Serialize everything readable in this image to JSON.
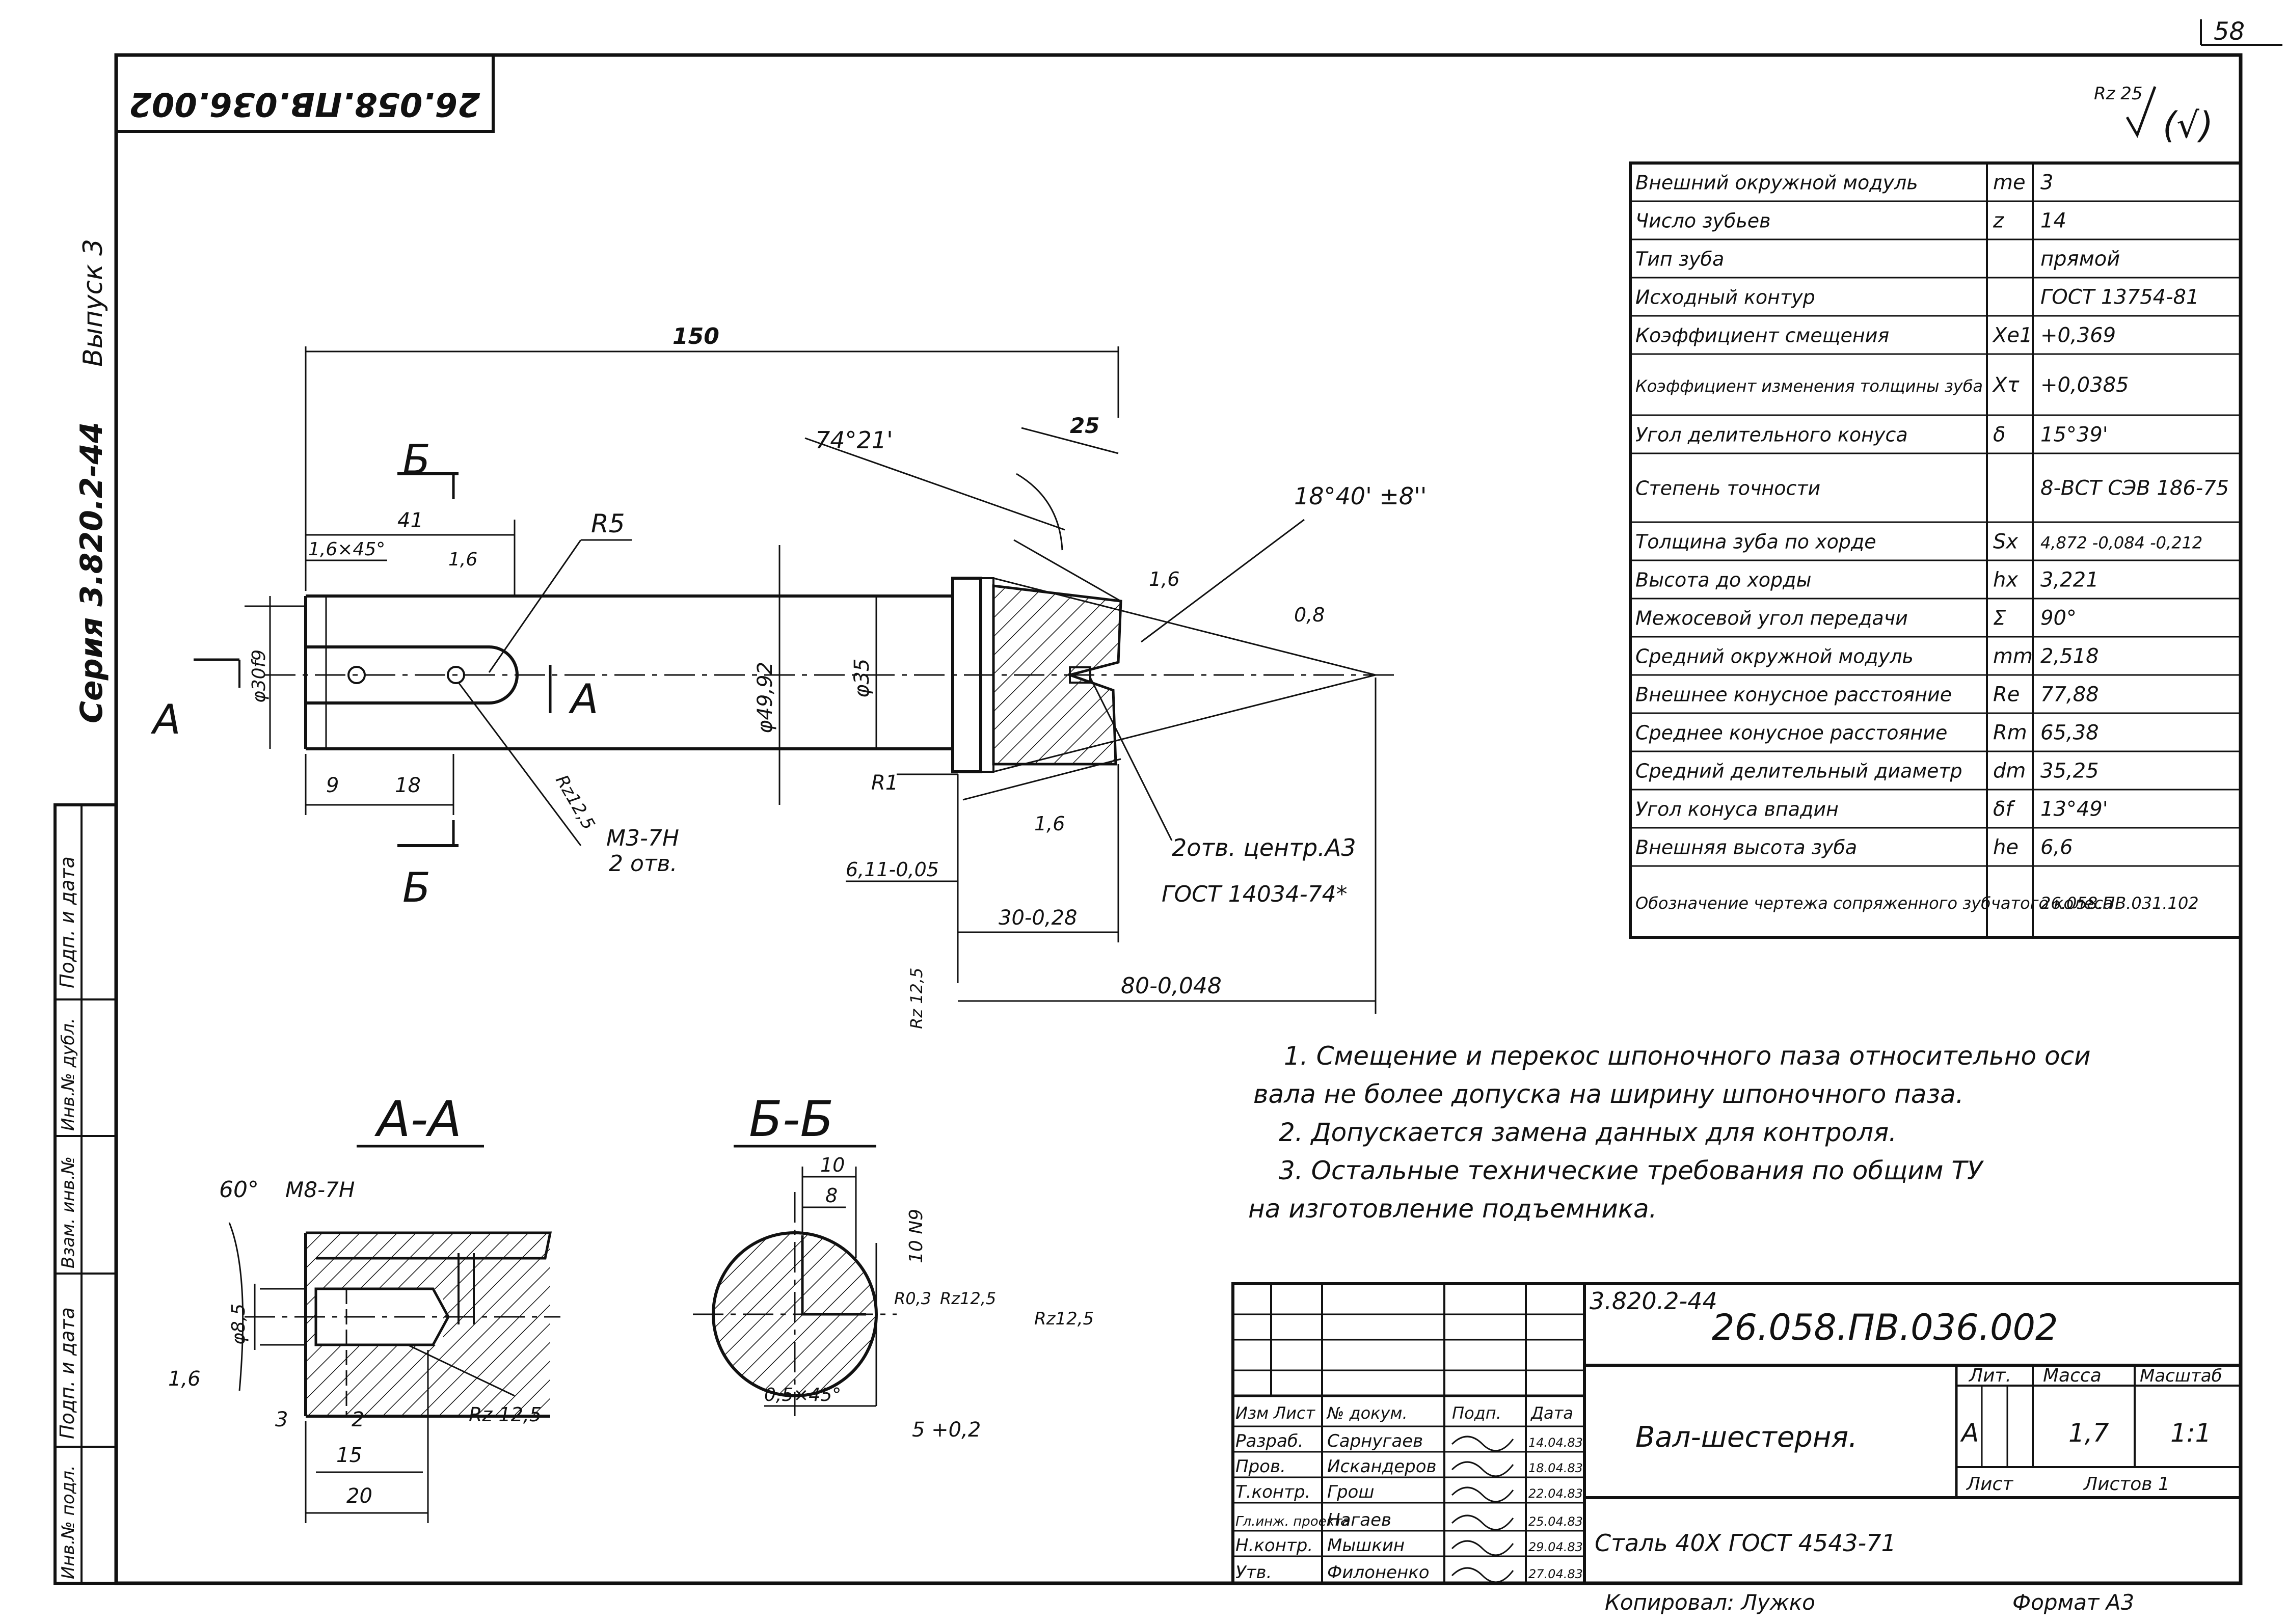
{
  "sheet": {
    "page_number": "58",
    "stamp_rotated": "26.058.ПВ.036.002",
    "roughness_general": "Rz 25",
    "roughness_general_note": "(√)",
    "series_side": "Серия 3.820.2-44",
    "issue_side": "Выпуск 3",
    "copied_by": "Копировал: Лужко",
    "format": "Формат А3"
  },
  "left_margin_stamp": [
    "Подп. и дата",
    "Инв.№ дубл.",
    "Взам. инв.№",
    "Подп. и дата",
    "Инв.№ подл."
  ],
  "params": [
    {
      "name": "Внешний окружной модуль",
      "sym": "me",
      "val": "3"
    },
    {
      "name": "Число зубьев",
      "sym": "z",
      "val": "14"
    },
    {
      "name": "Тип зуба",
      "sym": "",
      "val": "прямой"
    },
    {
      "name": "Исходный контур",
      "sym": "",
      "val": "ГОСТ 13754-81"
    },
    {
      "name": "Коэффициент смещения",
      "sym": "Xe1",
      "val": "+0,369"
    },
    {
      "name": "Коэффициент изменения толщины зуба",
      "sym": "Xτ",
      "val": "+0,0385"
    },
    {
      "name": "Угол делительного конуса",
      "sym": "δ",
      "val": "15°39'"
    },
    {
      "name": "Степень точности",
      "sym": "",
      "val": "8-ВСТ СЭВ 186-75"
    },
    {
      "name": "Толщина зуба по хорде",
      "sym": "Sx",
      "val": "4,872 -0,084 -0,212"
    },
    {
      "name": "Высота до хорды",
      "sym": "hx",
      "val": "3,221"
    },
    {
      "name": "Межосевой угол передачи",
      "sym": "Σ",
      "val": "90°"
    },
    {
      "name": "Средний окружной модуль",
      "sym": "mm",
      "val": "2,518"
    },
    {
      "name": "Внешнее конусное расстояние",
      "sym": "Re",
      "val": "77,88"
    },
    {
      "name": "Среднее конусное расстояние",
      "sym": "Rm",
      "val": "65,38"
    },
    {
      "name": "Средний делительный диаметр",
      "sym": "dm",
      "val": "35,25"
    },
    {
      "name": "Угол конуса впадин",
      "sym": "δf",
      "val": "13°49'"
    },
    {
      "name": "Внешняя высота зуба",
      "sym": "he",
      "val": "6,6"
    },
    {
      "name": "Обозначение чертежа сопряженного зубчатого колеса",
      "sym": "",
      "val": "26.058.ПВ.031.102"
    }
  ],
  "notes": [
    "1. Смещение и перекос шпоночного паза относительно оси",
    "вала не более допуска на ширину шпоночного паза.",
    "2. Допускается замена данных для контроля.",
    "3. Остальные технические требования по общим ТУ",
    "на изготовление подъемника."
  ],
  "dims": {
    "len_150": "150",
    "len_41": "41",
    "chamfer": "1,6×45°",
    "rough_16": "1,6",
    "r5": "R5",
    "dia_30": "φ30f9",
    "dia_4992": "φ49,92",
    "dia_35": "φ35",
    "angle_7421": "74°21'",
    "len_25": "25",
    "angle_1840": "18°40' ±8''",
    "rough_16b": "1,6",
    "rough_08": "0,8",
    "r1": "R1",
    "rough_16c": "1,6",
    "len_9": "9",
    "len_18": "18",
    "rz125": "Rz12,5",
    "thread_m3": "М3-7Н",
    "thread_m3_2": "2 отв.",
    "len_611": "6,11-0,05",
    "len_30": "30-0,28",
    "len_80": "80-0,048",
    "center_holes": "2отв. центр.А3",
    "gost_center": "ГОСТ 14034-74*",
    "rz125b": "Rz 12,5",
    "section_a_mark": "А",
    "section_b_mark": "Б"
  },
  "section_aa": {
    "title": "А-А",
    "angle60": "60°",
    "thread": "М8-7Н",
    "dia85": "φ8,5",
    "rough16": "1,6",
    "d3": "3",
    "d2": "2",
    "d15": "15",
    "d20": "20",
    "rz": "Rz 12,5"
  },
  "section_bb": {
    "title": "Б-Б",
    "d10": "10",
    "d8": "8",
    "d10n9": "10 N9",
    "r03": "R0,3",
    "rz125": "Rz12,5",
    "rz125b": "Rz12,5",
    "chamfer": "0,5×45°",
    "d5": "5 +0,2"
  },
  "title_block": {
    "series": "3.820.2-44",
    "designation": "26.058.ПВ.036.002",
    "name": "Вал-шестерня.",
    "lit_header": "Лит.",
    "mass_header": "Масса",
    "scale_header": "Масштаб",
    "lit": "А",
    "mass": "1,7",
    "scale": "1:1",
    "sheet_label": "Лист",
    "sheets_label": "Листов 1",
    "material": "Сталь 40Х ГОСТ 4543-71",
    "headers": [
      "Изм",
      "Лист",
      "№ докум.",
      "Подп.",
      "Дата"
    ],
    "rows": [
      {
        "role": "Разраб.",
        "name": "Сарнугаев",
        "date": "14.04.83"
      },
      {
        "role": "Пров.",
        "name": "Искандеров",
        "date": "18.04.83"
      },
      {
        "role": "Т.контр.",
        "name": "Грош",
        "date": "22.04.83"
      },
      {
        "role": "Гл.инж. проекта",
        "name": "Нагаев",
        "date": "25.04.83"
      },
      {
        "role": "Н.контр.",
        "name": "Мышкин",
        "date": "29.04.83"
      },
      {
        "role": "Утв.",
        "name": "Филоненко",
        "date": "27.04.83"
      }
    ]
  }
}
